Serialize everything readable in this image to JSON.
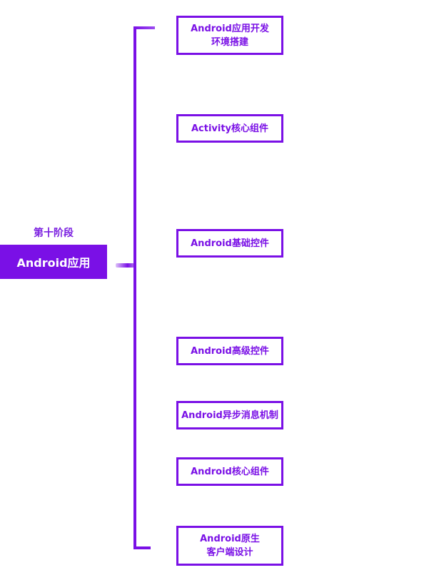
{
  "stage": {
    "label": "第十阶段",
    "root": "Android应用"
  },
  "nodes": [
    {
      "line1": "Android应用开发",
      "line2": "环境搭建"
    },
    {
      "line1": "Activity核心组件",
      "line2": ""
    },
    {
      "line1": "Android基础控件",
      "line2": ""
    },
    {
      "line1": "Android高级控件",
      "line2": ""
    },
    {
      "line1": "Android异步消息机制",
      "line2": ""
    },
    {
      "line1": "Android核心组件",
      "line2": ""
    },
    {
      "line1": "Android原生",
      "line2": "客户端设计"
    }
  ],
  "colors": {
    "accent": "#7a10e6",
    "background": "#ffffff"
  }
}
